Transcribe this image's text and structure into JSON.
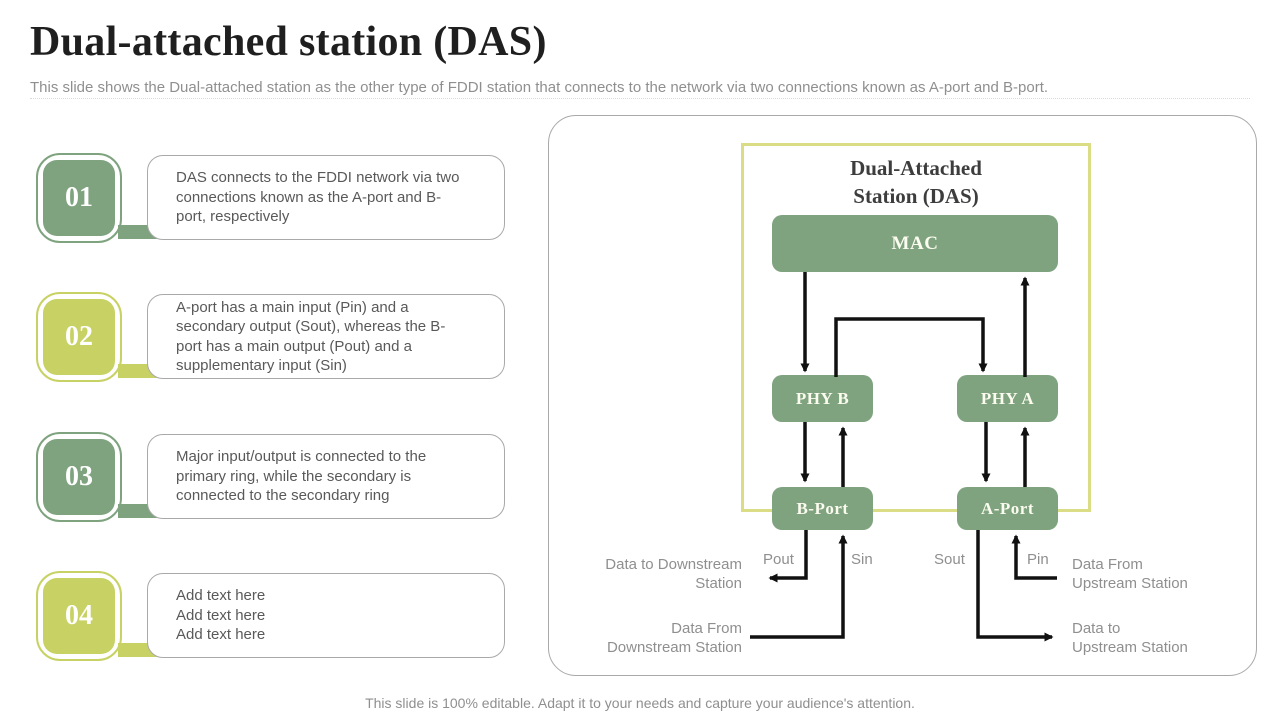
{
  "colors": {
    "green": "#7ea37e",
    "lime": "#c8d164",
    "lime_border": "#dadd85",
    "panel_border": "#a9a9a9",
    "text_dark": "#1f1f1f",
    "text_gray": "#8f8f8f",
    "text_body": "#595959",
    "arrow": "#111111",
    "block_text": "#fbfbef"
  },
  "header": {
    "title": "Dual-attached station (DAS)",
    "subtitle": "This slide shows the Dual-attached station as the other type of FDDI station that connects to the network via two connections known as A-port and B-port."
  },
  "items": [
    {
      "number": "01",
      "color": "green",
      "text": "DAS connects to the FDDI network via two connections known as the A-port and B-port, respectively"
    },
    {
      "number": "02",
      "color": "lime",
      "text": "A-port has a main input (Pin) and a secondary output (Sout), whereas the B-port has a main output (Pout) and a supplementary input (Sin)"
    },
    {
      "number": "03",
      "color": "green",
      "text": "Major input/output is connected to the primary ring, while the secondary is connected to the secondary ring"
    },
    {
      "number": "04",
      "color": "lime",
      "text": "Add text here\nAdd text here\nAdd text here"
    }
  ],
  "diagram": {
    "title": "Dual-Attached\nStation (DAS)",
    "blocks": {
      "mac": "MAC",
      "phy_b": "PHY B",
      "phy_a": "PHY A",
      "b_port": "B-Port",
      "a_port": "A-Port"
    },
    "port_labels": {
      "pout": "Pout",
      "sin": "Sin",
      "sout": "Sout",
      "pin": "Pin"
    },
    "flow_labels": {
      "to_downstream": "Data to Downstream\nStation",
      "from_downstream": "Data From\nDownstream Station",
      "from_upstream": "Data From\nUpstream Station",
      "to_upstream": "Data to\nUpstream Station"
    }
  },
  "footer": {
    "note": "This slide is 100% editable. Adapt it to your needs and capture your audience's attention."
  }
}
